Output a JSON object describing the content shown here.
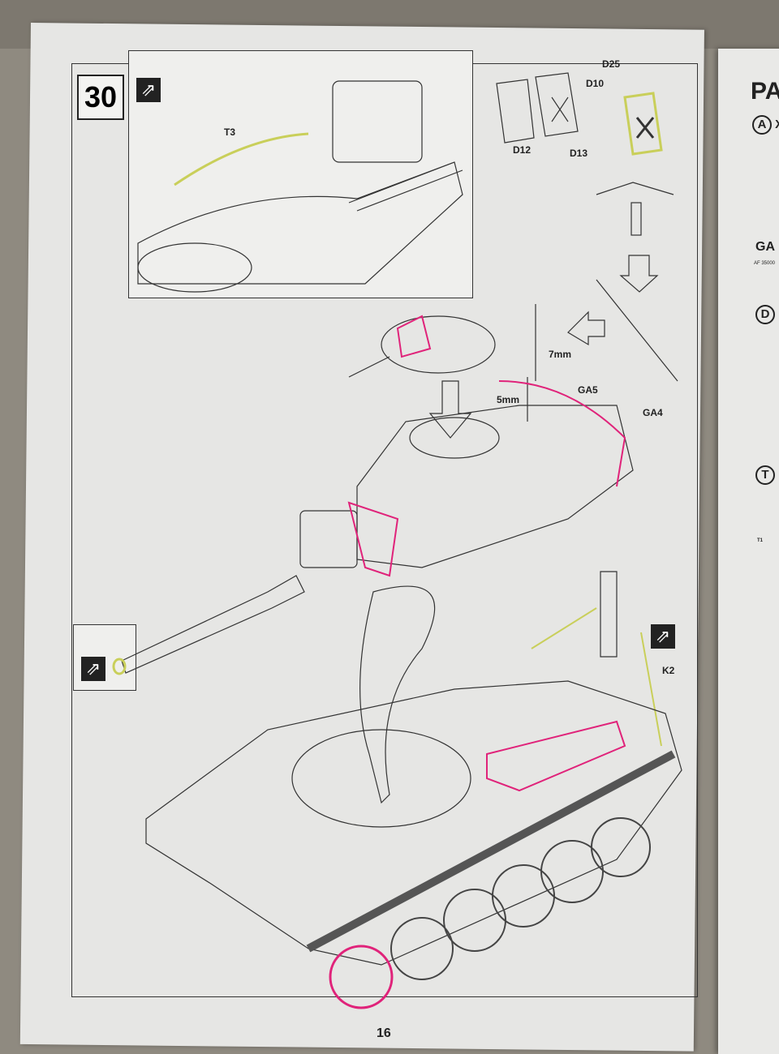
{
  "step": {
    "number": "30"
  },
  "labels": {
    "t3": "T3",
    "d25": "D25",
    "d10": "D10",
    "d12": "D12",
    "d13": "D13",
    "mm7": "7mm",
    "mm5": "5mm",
    "ga5": "GA5",
    "ga4": "GA4",
    "k2": "K2"
  },
  "right_page": {
    "title": "PA",
    "parts": [
      "A",
      "GA",
      "D",
      "T"
    ],
    "a_suffix": "X",
    "ga_code": "AF 35000",
    "t1": "T1"
  },
  "page_number": "16",
  "colors": {
    "highlight": "#e0237a",
    "new_part": "#d9e36b"
  }
}
